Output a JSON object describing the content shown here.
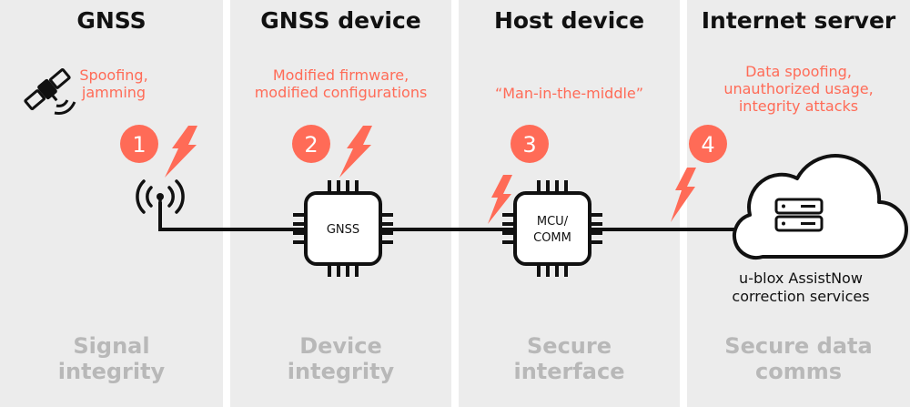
{
  "columns": [
    {
      "title": "GNSS",
      "threat_lines": [
        "Spoofing,",
        "jamming"
      ],
      "footer_lines": [
        "Signal",
        "integrity"
      ],
      "badge": "1"
    },
    {
      "title": "GNSS device",
      "threat_lines": [
        "Modified firmware,",
        "modified configurations"
      ],
      "footer_lines": [
        "Device",
        "integrity"
      ],
      "badge": "2"
    },
    {
      "title": "Host device",
      "threat_lines": [
        "“Man-in-the-middle”"
      ],
      "footer_lines": [
        "Secure",
        "interface"
      ],
      "badge": "3"
    },
    {
      "title": "Internet server",
      "threat_lines": [
        "Data spoofing,",
        "unauthorized usage,",
        "integrity attacks"
      ],
      "footer_lines": [
        "Secure data",
        "comms"
      ],
      "badge": "4"
    }
  ],
  "gnss_chip_label": "GNSS",
  "host_chip_label_lines": [
    "MCU/",
    "COMM"
  ],
  "service_lines": [
    "u-blox AssistNow",
    "correction services"
  ],
  "colors": {
    "accent": "#ff6b57",
    "panel": "#ececec",
    "footer_text": "#b8b8b8",
    "ink": "#111111"
  },
  "icons": [
    "satellite-icon",
    "antenna-icon",
    "gnss-chip-icon",
    "mcu-chip-icon",
    "cloud-server-icon",
    "lightning-bolt-icon"
  ]
}
